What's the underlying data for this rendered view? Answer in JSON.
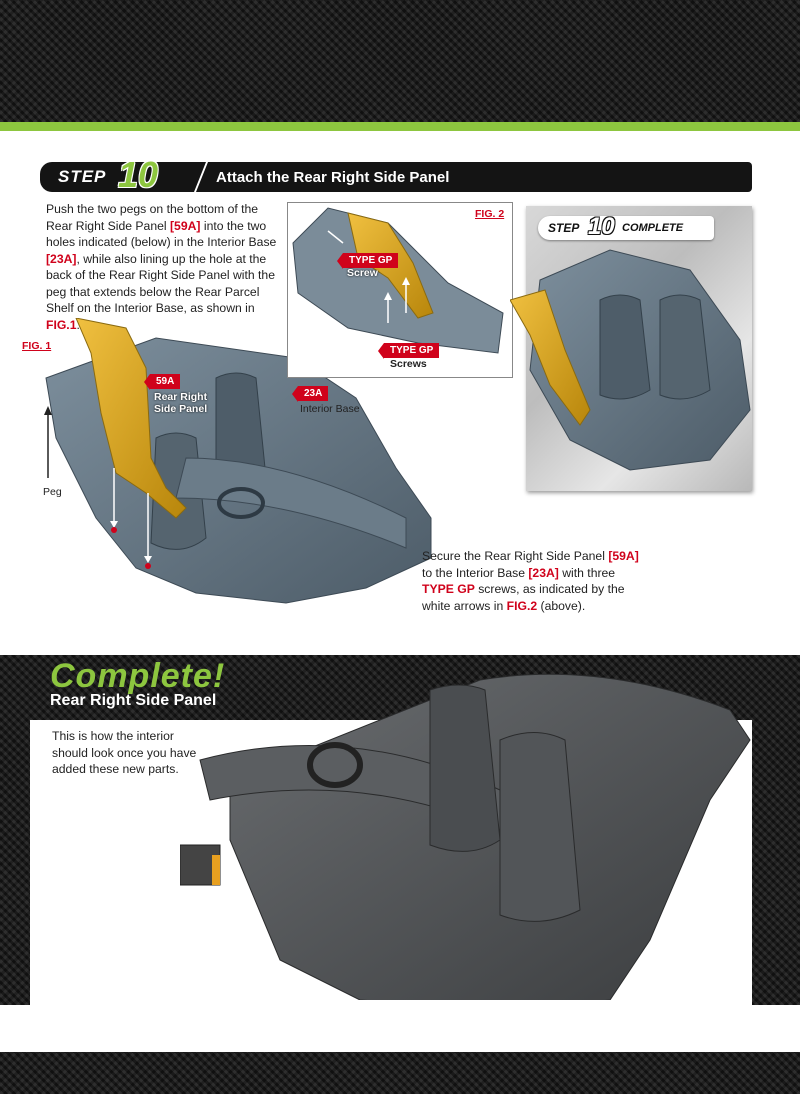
{
  "step": {
    "word": "STEP",
    "number": "10",
    "title": "Attach the Rear Right Side Panel"
  },
  "intro": {
    "t1": "Push the two pegs on the bottom of the Rear Right Side Panel ",
    "p1": "[59A]",
    "t2": " into the two holes indicated (below) in the Interior Base ",
    "p2": "[23A]",
    "t3": ", while also lining up the hole at the back of the Rear Right Side Panel with the peg that extends below the Rear Parcel Shelf on the Interior Base, as shown in ",
    "f1": "FIG.1",
    "t4": "."
  },
  "fig1": {
    "label": "FIG. 1",
    "tag_59a": "59A",
    "name_59a_l1": "Rear Right",
    "name_59a_l2": "Side Panel",
    "tag_23a": "23A",
    "name_23a": "Interior Base",
    "peg": "Peg"
  },
  "fig2": {
    "label": "FIG. 2",
    "tag_gp1": "TYPE GP",
    "screw": "Screw",
    "tag_gp2": "TYPE GP",
    "screws": "Screws"
  },
  "complete_badge": {
    "step": "STEP",
    "number": "10",
    "complete": "COMPLETE"
  },
  "secure": {
    "t1": "Secure the Rear Right Side Panel ",
    "p1": "[59A]",
    "t2": " to the Interior Base ",
    "p2": "[23A]",
    "t3": " with three ",
    "gp": "TYPE GP",
    "t4": " screws, as indicated by the white arrows in ",
    "f2": "FIG.2",
    "t5": " (above)."
  },
  "complete": {
    "heading": "Complete!",
    "subtitle": "Rear Right Side Panel",
    "text": "This is how the interior should look once you have added these new parts."
  },
  "colors": {
    "accent_green": "#8dc63f",
    "highlight_red": "#d0021b",
    "part_gold": "#d4a017",
    "base_grey": "#5b6b78"
  }
}
